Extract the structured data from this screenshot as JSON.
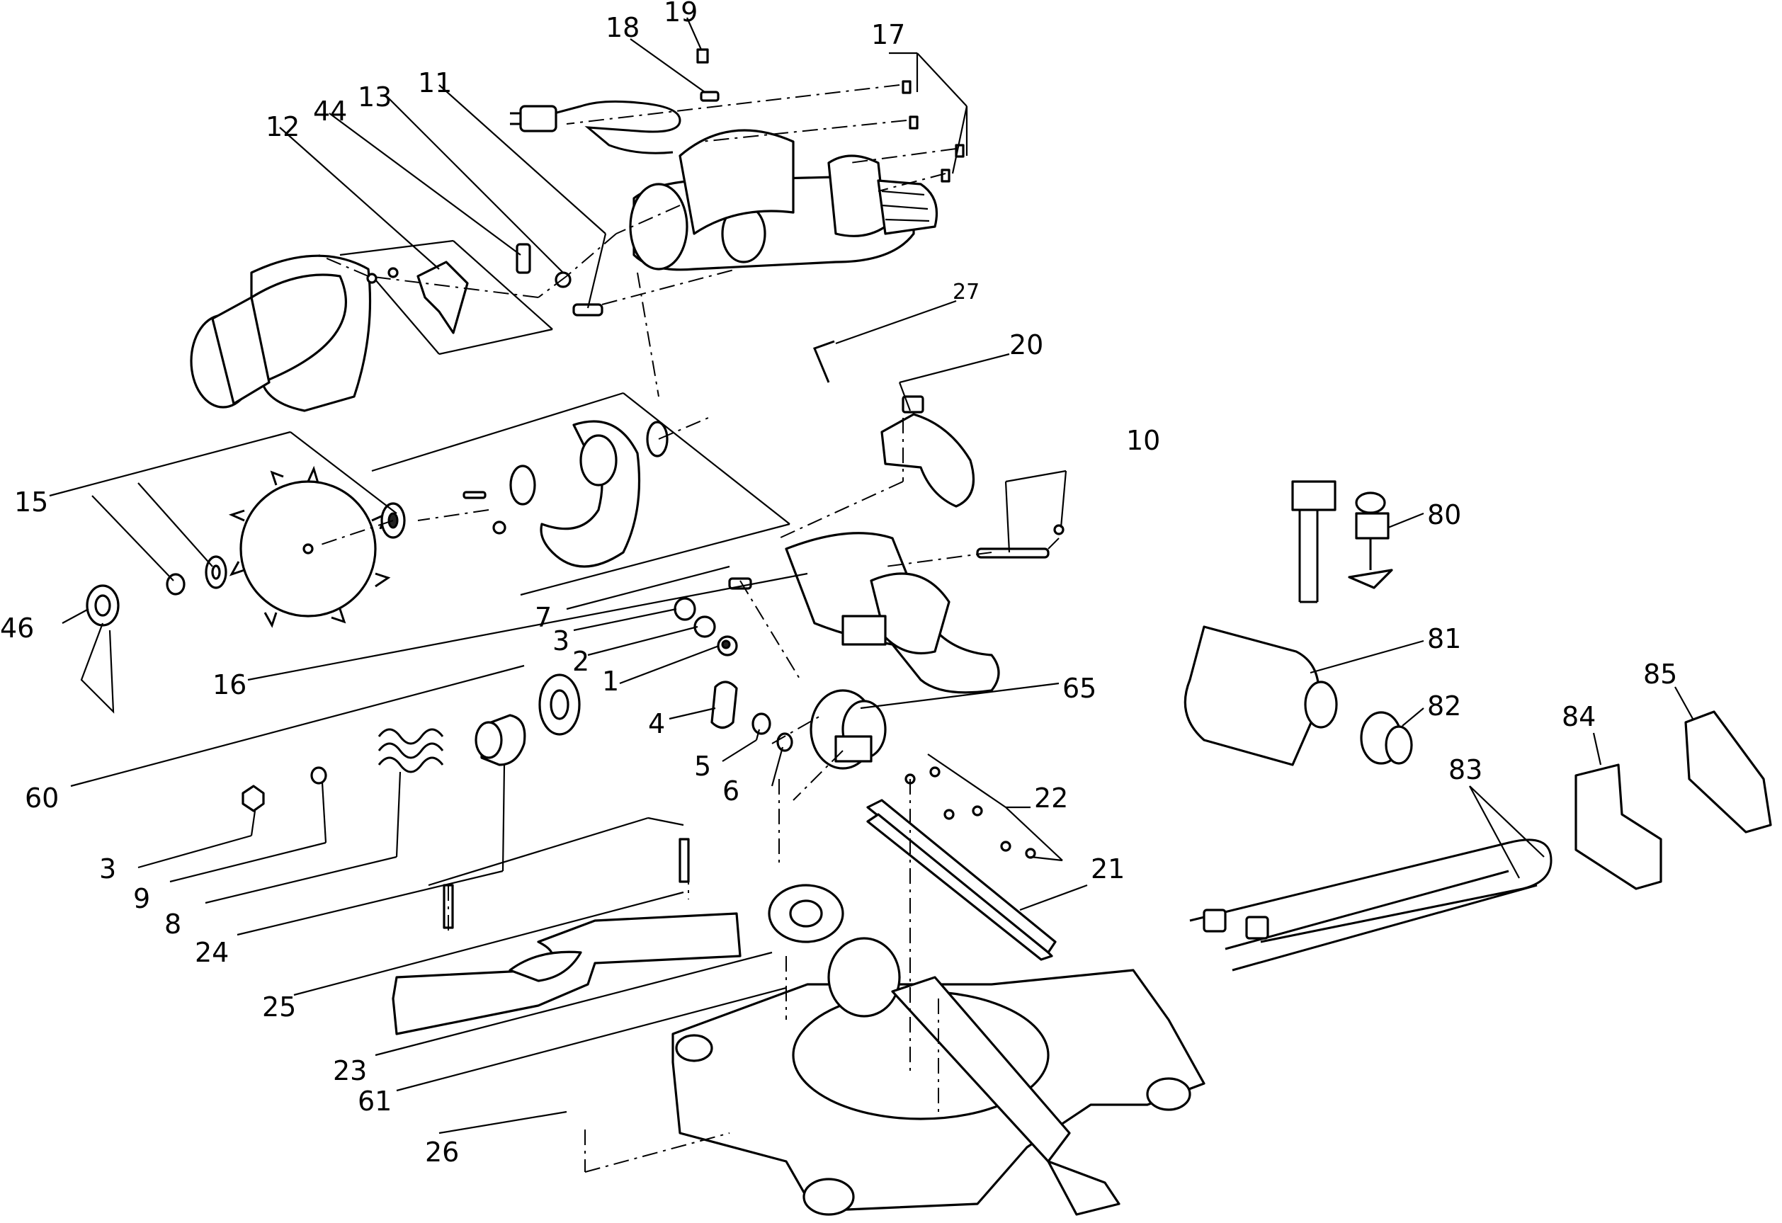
{
  "colors": {
    "ink": "#000000",
    "paper": "#ffffff"
  },
  "labels": {
    "p1": "1",
    "p2": "2",
    "p3a": "3",
    "p3b": "3",
    "p4": "4",
    "p5": "5",
    "p6": "6",
    "p7": "7",
    "p8": "8",
    "p9": "9",
    "p10": "10",
    "p11": "11",
    "p12": "12",
    "p13": "13",
    "p15": "15",
    "p16": "16",
    "p17": "17",
    "p18": "18",
    "p19": "19",
    "p20": "20",
    "p21": "21",
    "p22": "22",
    "p23": "23",
    "p24": "24",
    "p25": "25",
    "p26": "26",
    "p27": "27",
    "p44": "44",
    "p46": "46",
    "p60": "60",
    "p61": "61",
    "p65": "65",
    "p80": "80",
    "p81": "81",
    "p82": "82",
    "p83": "83",
    "p84": "84",
    "p85": "85"
  }
}
